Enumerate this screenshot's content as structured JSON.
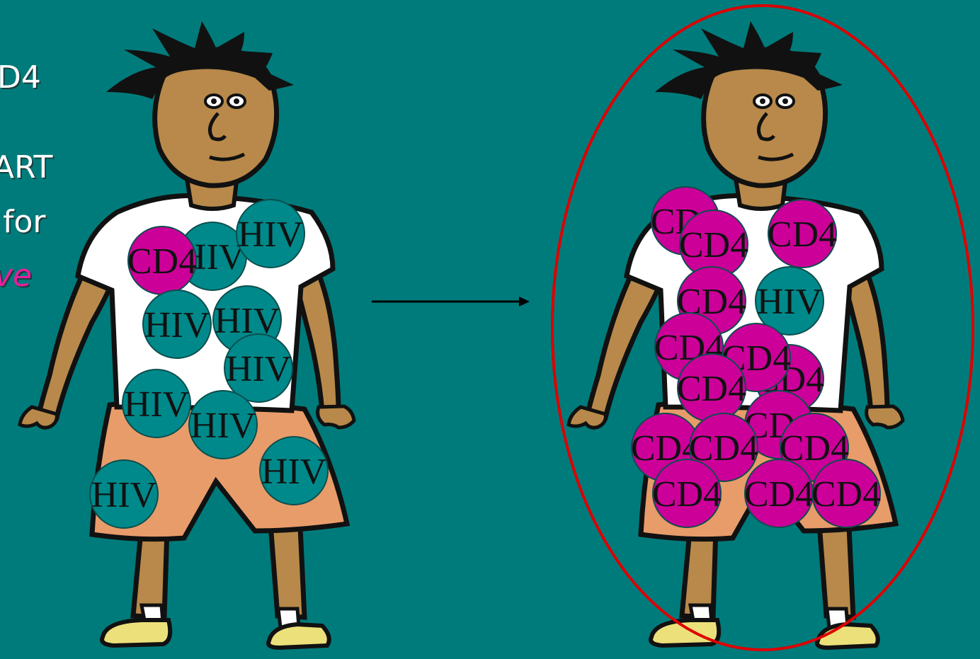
{
  "slide": {
    "text_fragments": [
      {
        "id": "frag-cd4",
        "text": "D4",
        "accent": false
      },
      {
        "id": "frag-art",
        "text": "ART",
        "accent": false
      },
      {
        "id": "frag-for",
        "text": "for",
        "accent": false
      },
      {
        "id": "frag-ve",
        "text": "ve",
        "accent": true
      }
    ]
  },
  "colors": {
    "background": "#007b7b",
    "skin": "#b8894a",
    "hair": "#111111",
    "shirt": "#ffffff",
    "shorts": "#e89c6a",
    "shoes": "#ece07a",
    "hiv_cell": "#00898a",
    "cd4_cell": "#cc0099",
    "highlight_ring": "#dd0000",
    "arrow": "#000000"
  },
  "left_figure": {
    "label": "before-treatment",
    "cells": [
      {
        "type": "hiv",
        "label": "HIV"
      },
      {
        "type": "hiv",
        "label": "HIV"
      },
      {
        "type": "cd4",
        "label": "CD4"
      },
      {
        "type": "hiv",
        "label": "HIV"
      },
      {
        "type": "hiv",
        "label": "HIV"
      },
      {
        "type": "hiv",
        "label": "HIV"
      },
      {
        "type": "hiv",
        "label": "HIV"
      },
      {
        "type": "hiv",
        "label": "HIV"
      },
      {
        "type": "hiv",
        "label": "HIV"
      },
      {
        "type": "hiv",
        "label": "HIV"
      }
    ]
  },
  "right_figure": {
    "label": "after-treatment",
    "cells": [
      {
        "type": "cd4",
        "label": "CD4"
      },
      {
        "type": "cd4",
        "label": "CD4"
      },
      {
        "type": "cd4",
        "label": "CD4"
      },
      {
        "type": "cd4",
        "label": "CD4"
      },
      {
        "type": "hiv",
        "label": "HIV"
      },
      {
        "type": "cd4",
        "label": "CD4"
      },
      {
        "type": "cd4",
        "label": "CD4"
      },
      {
        "type": "cd4",
        "label": "CD4"
      },
      {
        "type": "cd4",
        "label": "CD4"
      },
      {
        "type": "cd4",
        "label": "CD4"
      },
      {
        "type": "cd4",
        "label": "CD4"
      },
      {
        "type": "cd4",
        "label": "CD4"
      },
      {
        "type": "cd4",
        "label": "CD4"
      },
      {
        "type": "cd4",
        "label": "CD4"
      },
      {
        "type": "cd4",
        "label": "CD4"
      },
      {
        "type": "cd4",
        "label": "CD4"
      }
    ]
  }
}
